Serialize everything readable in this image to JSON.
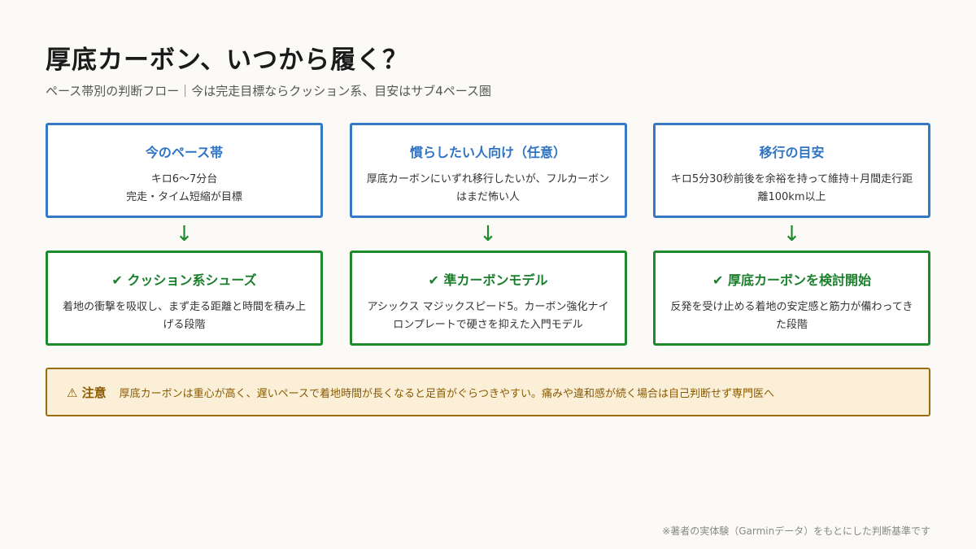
{
  "header": {
    "title": "厚底カーボン、いつから履く？",
    "subtitle": "ペース帯別の判断フロー｜今は完走目標ならクッション系、目安はサブ4ペース圏"
  },
  "top_cards": [
    {
      "title": "今のペース帯",
      "body": "キロ6〜7分台\n完走・タイム短縮が目標"
    },
    {
      "title": "慣らしたい人向け（任意）",
      "body": "厚底カーボンにいずれ移行したいが、フルカーボンはまだ怖い人"
    },
    {
      "title": "移行の目安",
      "body": "キロ5分30秒前後を余裕を持って維持＋月間走行距離100km以上"
    }
  ],
  "arrows": [
    "↓",
    "↓",
    "↓"
  ],
  "bottom_cards": [
    {
      "title": "✔ クッション系シューズ",
      "body": "着地の衝撃を吸収し、まず走る距離と時間を積み上げる段階"
    },
    {
      "title": "✔ 準カーボンモデル",
      "body": "アシックス マジックスピード5。カーボン強化ナイロンプレートで硬さを抑えた入門モデル"
    },
    {
      "title": "✔ 厚底カーボンを検討開始",
      "body": "反発を受け止める着地の安定感と筋力が備わってきた段階"
    }
  ],
  "notice": {
    "icon": "warning-icon",
    "head": "⚠ 注意",
    "text": "厚底カーボンは重心が高く、遅いペースで着地時間が長くなると足首がぐらつきやすい。痛みや違和感が続く場合は自己判断せず専門医へ"
  },
  "footnote": "※著者の実体験（Garminデータ）をもとにした判断基準です",
  "colors": {
    "blue": "#3478c6",
    "green": "#1e8a2e",
    "notice_bg": "#fbefd8",
    "notice_border": "#9c6a10"
  }
}
